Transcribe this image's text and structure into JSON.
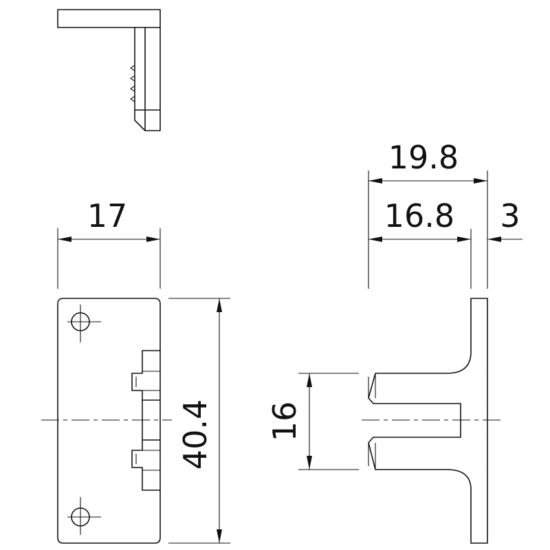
{
  "drawing": {
    "dimensions": {
      "width_front": "17",
      "height_front": "40.4",
      "total_depth": "19.8",
      "inner_depth": "16.8",
      "plate_thickness": "3",
      "prong_span": "16"
    }
  }
}
